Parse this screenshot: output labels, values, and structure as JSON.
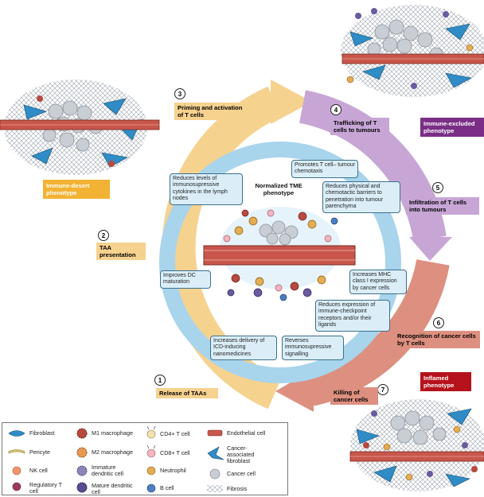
{
  "steps": [
    {
      "num": "1",
      "label": "Release of TAAs"
    },
    {
      "num": "2",
      "label": "TAA presentation"
    },
    {
      "num": "3",
      "label": "Priming and activation of T cells"
    },
    {
      "num": "4",
      "label": "Trafficking of T cells to tumours"
    },
    {
      "num": "5",
      "label": "Infiltration of T cells into tumours"
    },
    {
      "num": "6",
      "label": "Recognition of cancer cells by T cells"
    },
    {
      "num": "7",
      "label": "Killing of cancer cells"
    }
  ],
  "phenotypes": {
    "desert": "Immune-desert phenotype",
    "excluded": "Immune-excluded phenotype",
    "inflamed": "Inflamed phenotype",
    "normalized": "Normalized TME phenotype"
  },
  "effects": {
    "cytokines": "Reduces levels of immunosupressive cytokines in the lymph nodes",
    "chemotaxis": "Promotes T cell– tumour chemotaxis",
    "barriers": "Reduces physical and chemotactic barriers to penetration into tumour parenchyma",
    "dc": "Improves DC maturation",
    "mhc": "Increases MHC class I expression by cancer cells",
    "checkpoint": "Reduces expression of immune-checkpoint receptors and/or their ligands",
    "icd": "Increases delivery of ICD-inducing nanomedicines",
    "signalling": "Reverses immunosupressive signalling"
  },
  "legend": {
    "fibroblast": "Fibroblast",
    "pericyte": "Pericyte",
    "nk": "NK cell",
    "treg": "Regulatory T cell",
    "m1": "M1 macrophage",
    "m2": "M2 macrophage",
    "imdc": "Immature dendritic cell",
    "mdc": "Mature dendritic cell",
    "cd4": "CD4+ T cell",
    "cd8": "CD8+ T cell",
    "neutrophil": "Neutrophil",
    "bcell": "B cell",
    "endothelial": "Endothelial cell",
    "caf": "Cancer-associated fibroblast",
    "cancer": "Cancer cell",
    "fibrosis": "Fibrosis"
  },
  "colors": {
    "arc_yellow": "#f6d28f",
    "arc_purple": "#c7a6d6",
    "arc_salmon": "#dd8f80",
    "ring_blue": "#a8d4ec",
    "box_blue": "#dbeef8",
    "desert_box": "#f2b233",
    "excluded_box": "#7a2e86",
    "inflamed_box": "#b5121b",
    "vessel": "#c8564b"
  },
  "icons": [
    "fibroblast-icon",
    "pericyte-icon",
    "nk-cell-icon",
    "regulatory-t-cell-icon",
    "m1-macrophage-icon",
    "m2-macrophage-icon",
    "immature-dc-icon",
    "mature-dc-icon",
    "cd4-t-cell-icon",
    "cd8-t-cell-icon",
    "neutrophil-icon",
    "b-cell-icon",
    "endothelial-cell-icon",
    "caf-icon",
    "cancer-cell-icon",
    "fibrosis-icon"
  ]
}
